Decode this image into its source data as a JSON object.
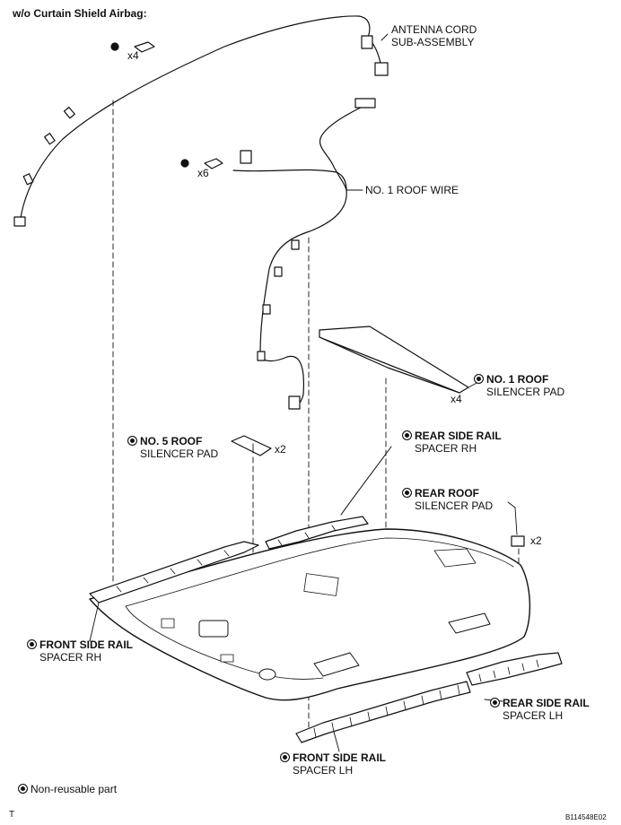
{
  "title": "w/o Curtain Shield Airbag:",
  "labels": {
    "antenna_cord": [
      "ANTENNA CORD",
      "SUB-ASSEMBLY"
    ],
    "roof_wire": "NO. 1 ROOF WIRE",
    "silencer_pad_1": [
      "NO. 1 ROOF",
      "SILENCER PAD"
    ],
    "silencer_pad_5": [
      "NO. 5 ROOF",
      "SILENCER PAD"
    ],
    "rear_side_rail_rh": [
      "REAR SIDE RAIL",
      "SPACER RH"
    ],
    "rear_roof_silencer": [
      "REAR ROOF",
      "SILENCER PAD"
    ],
    "front_side_rail_rh": [
      "FRONT SIDE RAIL",
      "SPACER RH"
    ],
    "rear_side_rail_lh": [
      "REAR SIDE RAIL",
      "SPACER LH"
    ],
    "front_side_rail_lh": [
      "FRONT SIDE RAIL",
      "SPACER LH"
    ]
  },
  "quantities": {
    "clip_top": "x4",
    "clip_mid": "x6",
    "silencer_pad_1": "x4",
    "silencer_pad_5": "x2",
    "rear_roof_silencer": "x2"
  },
  "legend": "Non-reusable part",
  "footer": {
    "left_mark": "T",
    "figure_code": "B114548E02"
  },
  "colors": {
    "line": "#111111",
    "background": "#ffffff"
  }
}
